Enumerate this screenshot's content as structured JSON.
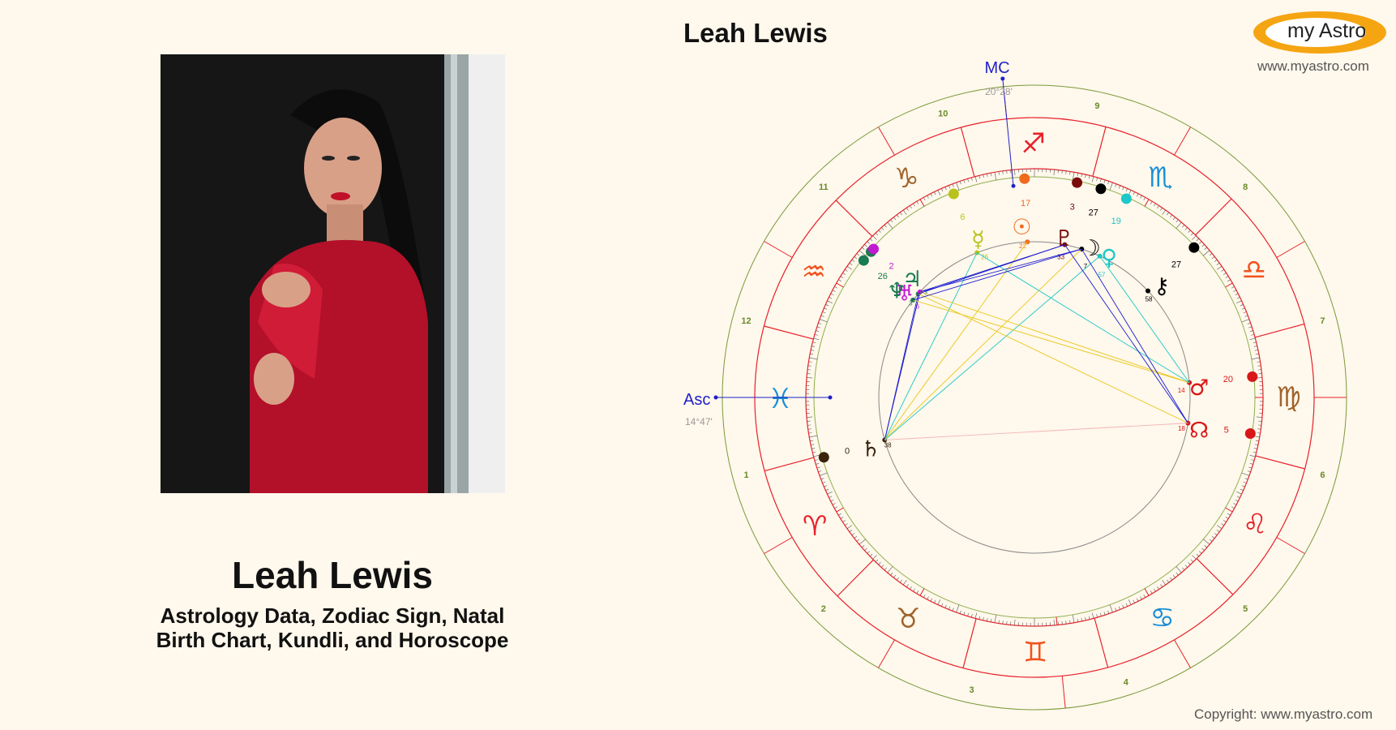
{
  "person": {
    "name": "Leah Lewis",
    "subtitle_line1": "Astrology Data, Zodiac Sign, Natal",
    "subtitle_line2": "Birth Chart, Kundli, and Horoscope"
  },
  "chart": {
    "title": "Leah Lewis",
    "mc_label": "MC",
    "mc_degree": "20°28'",
    "asc_label": "Asc",
    "asc_degree": "14°47'",
    "houses": [
      "1",
      "2",
      "3",
      "4",
      "5",
      "6",
      "7",
      "8",
      "9",
      "10",
      "11",
      "12"
    ],
    "sign_colors": {
      "fire": "#e8202a",
      "earth": "#a0632c",
      "air": "#f2521e",
      "water": "#1a8fd6"
    },
    "signs": [
      {
        "name": "aries",
        "glyph": "♈"
      },
      {
        "name": "taurus",
        "glyph": "♉"
      },
      {
        "name": "gemini",
        "glyph": "♊"
      },
      {
        "name": "cancer",
        "glyph": "♋"
      },
      {
        "name": "leo",
        "glyph": "♌"
      },
      {
        "name": "virgo",
        "glyph": "♍"
      },
      {
        "name": "libra",
        "glyph": "♎"
      },
      {
        "name": "scorpio",
        "glyph": "♏"
      },
      {
        "name": "sagittarius",
        "glyph": "♐"
      },
      {
        "name": "capricorn",
        "glyph": "♑"
      },
      {
        "name": "aquarius",
        "glyph": "♒"
      },
      {
        "name": "pisces",
        "glyph": "♓"
      }
    ],
    "planets": [
      {
        "name": "sun",
        "glyph": "☉",
        "deg": "17",
        "min": "22",
        "color": "#f06a1e"
      },
      {
        "name": "moon",
        "glyph": "☽",
        "deg": "27",
        "min": "7",
        "color": "#000000"
      },
      {
        "name": "mercury",
        "glyph": "☿",
        "deg": "6",
        "min": "26",
        "color": "#b9c21a"
      },
      {
        "name": "venus",
        "glyph": "♀",
        "deg": "19",
        "min": "57",
        "color": "#1cc8c8"
      },
      {
        "name": "mars",
        "glyph": "♂",
        "deg": "20",
        "min": "14",
        "color": "#d81818"
      },
      {
        "name": "jupiter",
        "glyph": "♃",
        "deg": "",
        "min": "3",
        "color": "#1a7a52"
      },
      {
        "name": "saturn",
        "glyph": "♄",
        "deg": "0",
        "min": "38",
        "color": "#3a230c"
      },
      {
        "name": "uranus",
        "glyph": "♅",
        "deg": "2",
        "min": "6",
        "color": "#c31ad0"
      },
      {
        "name": "neptune",
        "glyph": "♆",
        "deg": "26",
        "min": "3",
        "color": "#1a7a52"
      },
      {
        "name": "pluto",
        "glyph": "♇",
        "deg": "3",
        "min": "33",
        "color": "#7a0c0c"
      },
      {
        "name": "node",
        "glyph": "☊",
        "deg": "5",
        "min": "18",
        "color": "#d81818"
      },
      {
        "name": "chiron",
        "glyph": "⚷",
        "deg": "27",
        "min": "58",
        "color": "#000000"
      }
    ]
  },
  "logo": {
    "text": "my Astro",
    "color": "#f5a512"
  },
  "site": "www.myastro.com",
  "copyright": "Copyright: www.myastro.com"
}
